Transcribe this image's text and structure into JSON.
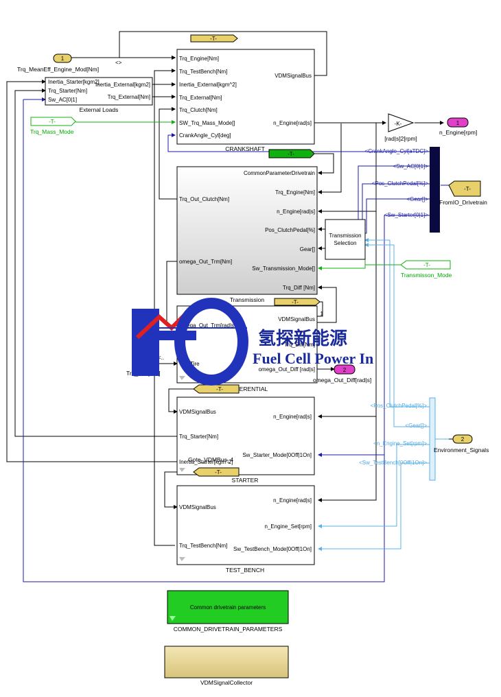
{
  "colors": {
    "wire": "#000000",
    "bus_blue": "#1a1aa8",
    "env_blue": "#5ab0ea",
    "green": "#10b010",
    "goto_yellow": "#e8d06a",
    "outport_pink": "#e040c8",
    "block_green": "#22cc22",
    "collector_yellow": "#e6d58e"
  },
  "inports": [
    {
      "num": "1",
      "label": "Trq_MeanEff_Engine_Mod[Nm]"
    },
    {
      "num": "2",
      "label": "Environment_Signals"
    }
  ],
  "outports": [
    {
      "num": "1",
      "label": "n_Engine[rpm]"
    },
    {
      "num": "2",
      "label": "omega_Out_Diff[rad|s]"
    }
  ],
  "tags": {
    "t": "-T-",
    "trq_mass_mode": "Trq_Mass_Mode",
    "transmission_mode": "Transmisson_Mode",
    "fromio_drivetrain": "FromIO_Drivetrain",
    "goto_vdmbus": "Goto_VDMBus_4",
    "dot": "<>",
    "arrow_mark": "<..",
    "one": "_1"
  },
  "gain": {
    "label": "-K-",
    "caption": "[rad|s]2[rpm]"
  },
  "external_loads": {
    "name": "External Loads",
    "in": [
      "Inertia_Starter[kgm2]",
      "Trq_Starter[Nm]",
      "Sw_AC[0|1]"
    ],
    "out": [
      "Inertia_External[kgm2]",
      "Trq_External[Nm]"
    ]
  },
  "crankshaft": {
    "name": "CRANKSHAFT",
    "in": [
      "Trq_Engine[Nm]",
      "Trq_TestBench[Nm]",
      "Inertia_External[kgm^2]",
      "Trq_External[Nm]",
      "Trq_Clutch[Nm]",
      "SW_Trq_Mass_Mode[]",
      "CrankAngle_Cyl[deg]"
    ],
    "out": [
      "VDMSignalBus",
      "n_Engine[rad|s]"
    ]
  },
  "transmission": {
    "name": "Transmission",
    "in": [
      "CommonParameterDrivetrain",
      "Trq_Engine[Nm]",
      "n_Engine[rad|s]",
      "Pos_ClutchPedal[%]",
      "Gear[]",
      "Sw_Transmission_Mode[]",
      "Trq_Diff [Nm]"
    ],
    "out": [
      "Trq_Out_Clutch[Nm]",
      "omega_Out_Trm[Nm]"
    ]
  },
  "trans_selection": {
    "line1": "Transmission",
    "line2": "Selection"
  },
  "differential": {
    "name": "DIFFERENTIAL",
    "ports": [
      "omega_Out_Trm[rad|s]",
      "VDMSignalBus",
      "Trq_Diff[Nm]",
      "Trq_Tire",
      "omega_Out_Diff [rad|s]"
    ],
    "ext_label": "Trq_Tire[Nm]"
  },
  "starter": {
    "name": "STARTER",
    "in": [
      "VDMSignalBus",
      "Trq_Starter[Nm]",
      "Inertia_Starter[kgm^2]"
    ],
    "out": [
      "n_Engine[rad|s]",
      "Sw_Starter_Mode[0Off|1On]"
    ]
  },
  "test_bench": {
    "name": "TEST_BENCH",
    "in": [
      "VDMSignalBus",
      "Trq_TestBench[Nm]"
    ],
    "out": [
      "n_Engine[rad|s]",
      "n_Engine_Set[rpm]",
      "Sw_TestBench_Mode[0Off|1On]"
    ]
  },
  "bus_selector_top": [
    "<CrankAngle_Cyl[aTDC]>",
    "<Sw_AC[0|1]>",
    "<Pos_ClutchPedal[%]>",
    "<Gear[]>",
    "<Sw_Starter[0|1]>"
  ],
  "bus_selector_env": [
    "<Pos_ClutchPedal[%]>",
    "<Gear[]>",
    "<n_Engine_Set[rpm]>",
    "<Sw_TestBench[0Off|1On]>"
  ],
  "common_params": {
    "inner": "Common drivetrain parameters",
    "caption": "COMMON_DRIVETRAIN_PARAMETERS"
  },
  "collector": {
    "caption": "VDMSignalCollector"
  },
  "watermark": {
    "cn": "氢探新能源",
    "en": "Fuel Cell Power In"
  }
}
